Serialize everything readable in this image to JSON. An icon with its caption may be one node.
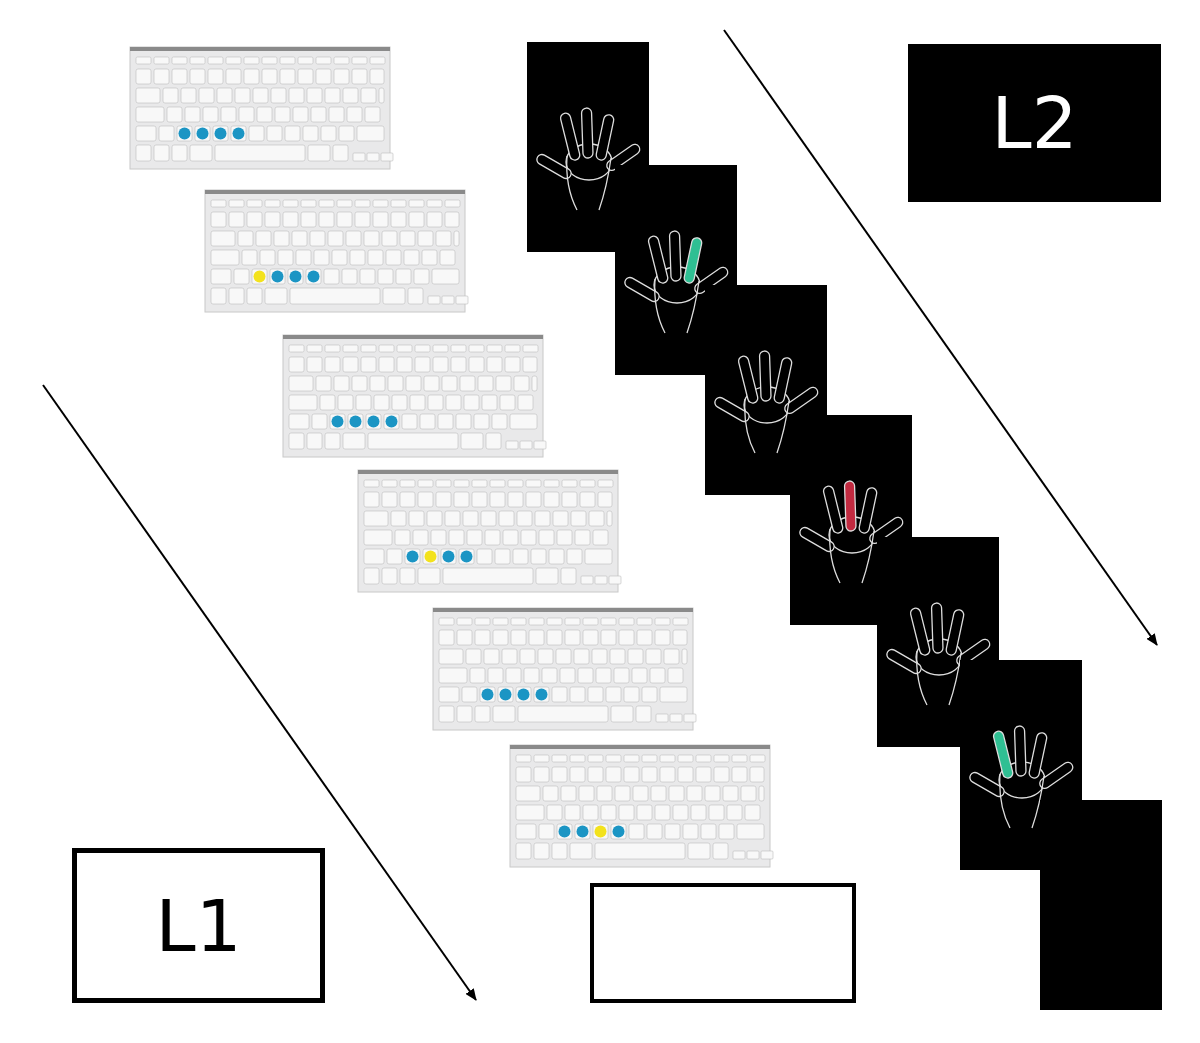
{
  "diagram": {
    "nodes": [
      {
        "text": [
          "L2"
        ]
      },
      {
        "text": [
          "L1"
        ]
      },
      {
        "text": [],
        "shape": "box"
      }
    ]
  }
}
